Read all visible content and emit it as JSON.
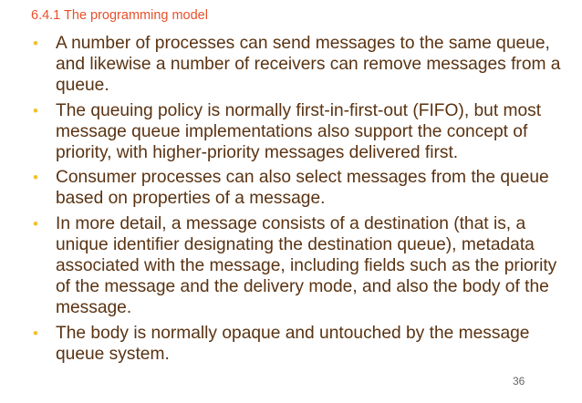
{
  "slide": {
    "title": "6.4.1 The programming model",
    "bullet_marker": "•",
    "bullets": [
      "A number of processes can send messages to the same queue, and likewise a number of receivers can remove messages from a queue.",
      "The queuing policy is normally first-in-first-out (FIFO), but most message queue implementations also support the concept of priority, with higher-priority messages delivered first.",
      "Consumer processes can also  select messages from the queue based on properties of a message.",
      "In more detail, a message consists of a destination (that is, a unique identifier designating the destination queue), metadata associated with the message, including fields such as the priority of the message and the delivery mode, and also the body of the message.",
      "The body is normally opaque and untouched by the message queue system."
    ],
    "page_number": "36"
  },
  "colors": {
    "title": "#e8502a",
    "body_text": "#5a3312",
    "bullet": "#f2c12e",
    "page_number": "#666666"
  }
}
